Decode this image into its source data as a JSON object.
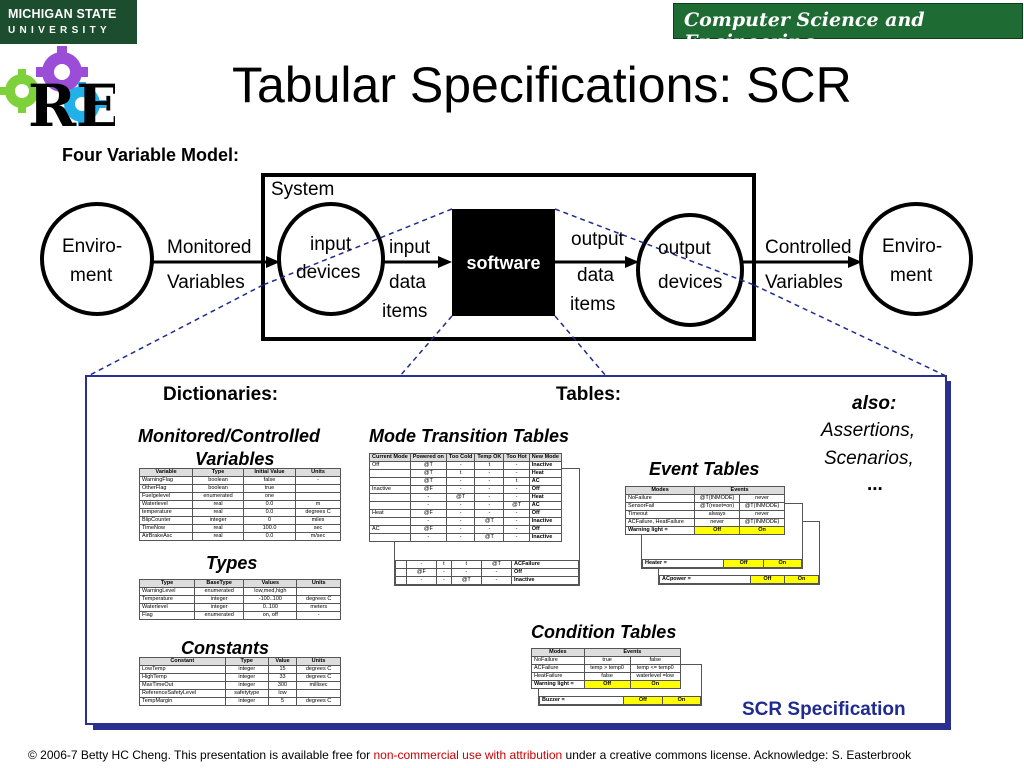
{
  "header": {
    "msu_line1": "MICHIGAN STATE",
    "msu_line2": "UNIVERSITY",
    "cse_banner": "Computer Science and Engineering",
    "re_logo_text": "RE"
  },
  "title": "Tabular Specifications: SCR",
  "four_variable_model": {
    "heading": "Four Variable Model:",
    "system_label": "System",
    "env_left": [
      "Enviro-",
      "ment"
    ],
    "env_right": [
      "Enviro-",
      "ment"
    ],
    "monitored": [
      "Monitored",
      "Variables"
    ],
    "controlled": [
      "Controlled",
      "Variables"
    ],
    "input_devices": [
      "input",
      "devices"
    ],
    "input_data": [
      "input",
      "data",
      "items"
    ],
    "software": "software",
    "output_data": [
      "output",
      "data",
      "items"
    ],
    "output_devices": [
      "output",
      "devices"
    ]
  },
  "spec": {
    "dictionaries_heading": "Dictionaries:",
    "tables_heading": "Tables:",
    "monitored_controlled": [
      "Monitored/Controlled",
      "Variables"
    ],
    "types": "Types",
    "constants": "Constants",
    "mode_transition": "Mode Transition Tables",
    "event_tables": "Event Tables",
    "condition_tables": "Condition Tables",
    "also": [
      "also:",
      "Assertions,",
      "Scenarios,",
      "..."
    ],
    "scr_label": "SCR Specification",
    "var_table": {
      "headers": [
        "Variable",
        "Type",
        "Initial Value",
        "Units"
      ],
      "rows": [
        [
          "WarningFlag",
          "boolean",
          "false",
          "-"
        ],
        [
          "OtherFlag",
          "boolean",
          "true",
          ""
        ],
        [
          "Fuelgelevel",
          "enumerated",
          "one",
          ""
        ],
        [
          "Waterlevel",
          "real",
          "0.0",
          "m"
        ],
        [
          "temperature",
          "real",
          "0.0",
          "degrees C"
        ],
        [
          "BlipCounter",
          "integer",
          "0",
          "miles"
        ],
        [
          "TimeNow",
          "real",
          "100.0",
          "sec"
        ],
        [
          "AirBrakeAsc",
          "real",
          "0.0",
          "m/sec"
        ]
      ]
    },
    "type_table": {
      "headers": [
        "Type",
        "BaseType",
        "Values",
        "Units"
      ],
      "rows": [
        [
          "WarningLevel",
          "enumerated",
          "low,med,high",
          ""
        ],
        [
          "Temperature",
          "integer",
          "-100..100",
          "degrees C"
        ],
        [
          "Waterlevel",
          "integer",
          "0..100",
          "meters"
        ],
        [
          "Flag",
          "enumerated",
          "on, off",
          "-"
        ]
      ]
    },
    "const_table": {
      "headers": [
        "Constant",
        "Type",
        "Value",
        "Units"
      ],
      "rows": [
        [
          "LowTemp",
          "integer",
          "15",
          "degrees C"
        ],
        [
          "HighTemp",
          "integer",
          "33",
          "degrees C"
        ],
        [
          "MaxTimeOut",
          "integer",
          "300",
          "millisec"
        ],
        [
          "ReferenceSafetyLevel",
          "safetytype",
          "low",
          ""
        ],
        [
          "TempMargin",
          "integer",
          "5",
          "degrees C"
        ]
      ]
    },
    "mode_table": {
      "headers": [
        "Current Mode",
        "Powered on",
        "Too Cold",
        "Temp OK",
        "Too Hot",
        "New Mode"
      ],
      "rows": [
        [
          "Off",
          "@T",
          "-",
          "t",
          "-",
          "Inactive"
        ],
        [
          "",
          "@T",
          "t",
          "-",
          "-",
          "Heat"
        ],
        [
          "",
          "@T",
          "-",
          "-",
          "t",
          "AC"
        ],
        [
          "Inactive",
          "@F",
          "-",
          "-",
          "-",
          "Off"
        ],
        [
          "",
          "-",
          "@T",
          "-",
          "-",
          "Heat"
        ],
        [
          "",
          "-",
          "-",
          "-",
          "@T",
          "AC"
        ],
        [
          "Heat",
          "@F",
          "-",
          "-",
          "-",
          "Off"
        ],
        [
          "",
          "-",
          "-",
          "@T",
          "-",
          "Inactive"
        ],
        [
          "AC",
          "@F",
          "-",
          "-",
          "-",
          "Off"
        ],
        [
          "",
          "-",
          "-",
          "@T",
          "-",
          "Inactive"
        ]
      ],
      "back_rows": [
        [
          "",
          "-",
          "t",
          "t",
          "@T",
          "ACFailure"
        ],
        [
          "",
          "@F",
          "-",
          "-",
          "-",
          "Off"
        ],
        [
          "",
          "-",
          "-",
          "@T",
          "-",
          "Inactive"
        ]
      ]
    },
    "event_table": {
      "headers": [
        "Modes",
        "Events",
        ""
      ],
      "rows": [
        [
          "NoFailure",
          "@T(INMODE)",
          "never"
        ],
        [
          "SensorFail",
          "@T(reset=on)",
          "@T(INMODE)"
        ],
        [
          "Timeout",
          "always",
          "never"
        ],
        [
          "ACFailure, HeatFailure",
          "never",
          "@T(INMODE)"
        ]
      ],
      "final": [
        "Warning light =",
        "Off",
        "On"
      ],
      "back1": [
        "Heater =",
        "Off",
        "On"
      ],
      "back2": [
        "ACpower =",
        "Off",
        "On"
      ]
    },
    "cond_table": {
      "headers": [
        "Modes",
        "Events",
        ""
      ],
      "rows": [
        [
          "NoFailure",
          "true",
          "false"
        ],
        [
          "ACFailure",
          "temp > temp0",
          "temp <= temp0"
        ],
        [
          "HeatFailure",
          "false",
          "waterlevel =low"
        ]
      ],
      "final": [
        "Warning light =",
        "Off",
        "On"
      ],
      "back": [
        "Buzzer =",
        "Off",
        "On"
      ]
    }
  },
  "footer": {
    "part1": "© 2006-7 Betty HC Cheng. This presentation is available free for ",
    "link": "non-commercial use with attribution",
    "part2": " under a creative commons license. Acknowledge: S. Easterbrook"
  },
  "colors": {
    "msu_green": "#1b4d2e",
    "cse_green": "#1e6b33",
    "spec_blue": "#1f2b8f",
    "highlight": "#ffff00"
  }
}
